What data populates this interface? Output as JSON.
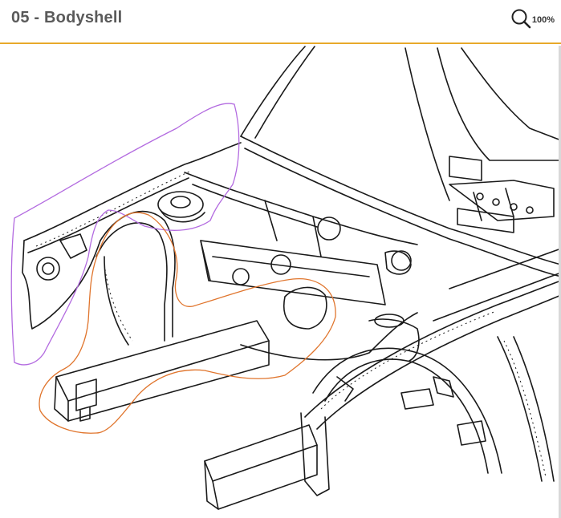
{
  "header": {
    "title": "05 - Bodyshell",
    "zoom_label": "100%",
    "zoom_icon": "magnifier-icon"
  },
  "diagram": {
    "accent_color": "#e8a92a",
    "annotations": [
      {
        "name": "purple-outline",
        "color": "#b36be0"
      },
      {
        "name": "orange-outline",
        "color": "#e0752d"
      }
    ]
  }
}
